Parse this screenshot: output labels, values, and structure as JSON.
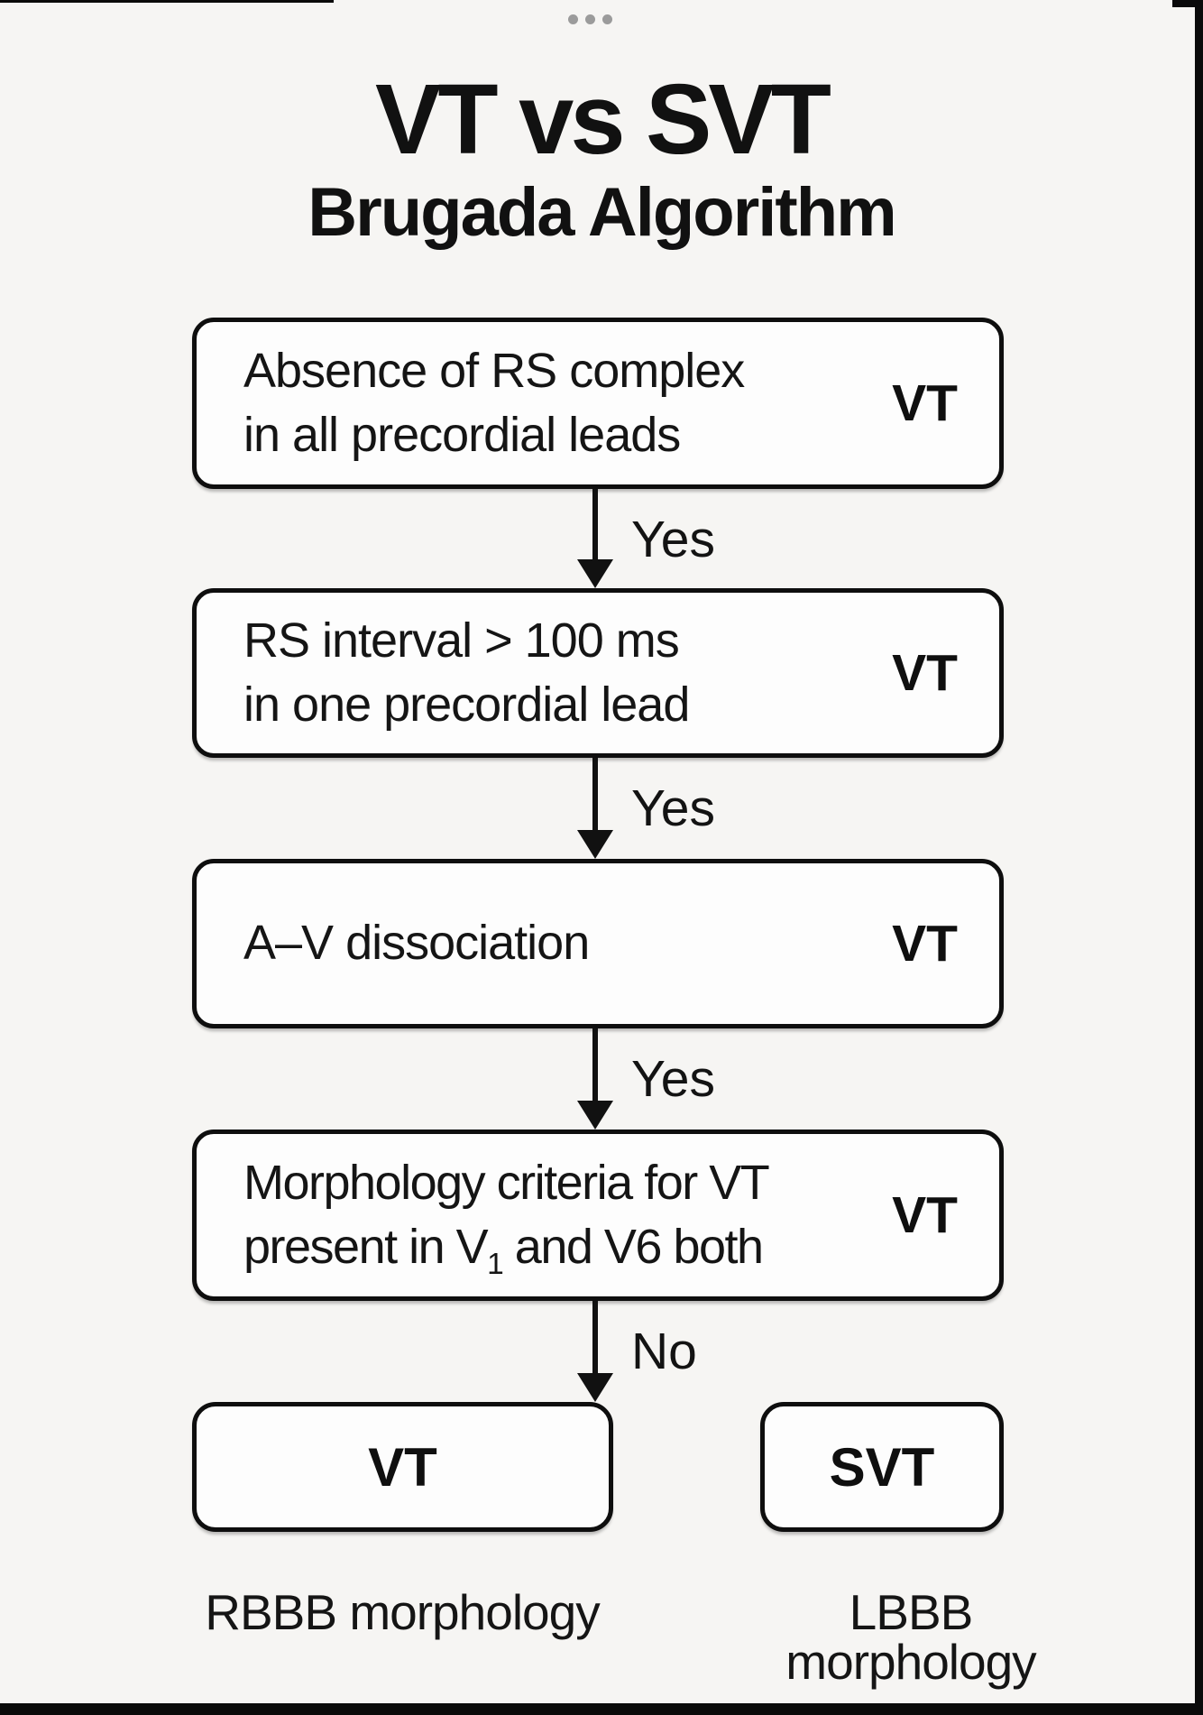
{
  "colors": {
    "background": "#f6f5f3",
    "box_fill": "#fdfdfd",
    "ink": "#111111",
    "dots_gray": "#9b9b9b"
  },
  "header": {
    "title": "VT vs SVT",
    "subtitle": "Brugada Algorithm"
  },
  "flow": {
    "steps": [
      {
        "line1": "Absence of RS complex",
        "line2": "in all precordial leads",
        "result": "VT",
        "connector_label": "Yes"
      },
      {
        "line1": "RS interval > 100 ms",
        "line2": "in one precordial lead",
        "result": "VT",
        "connector_label": "Yes"
      },
      {
        "line1": "A–V dissociation",
        "result": "VT",
        "connector_label": "Yes"
      },
      {
        "line1": "Morphology criteria for VT",
        "line2_prefix": "present in V",
        "line2_subscript": "1",
        "line2_suffix": " and V6 both",
        "result": "VT",
        "connector_label": "No"
      }
    ],
    "outcomes": [
      {
        "label": "VT",
        "caption": "RBBB morphology"
      },
      {
        "label": "SVT",
        "caption": "LBBB morphology"
      }
    ]
  }
}
